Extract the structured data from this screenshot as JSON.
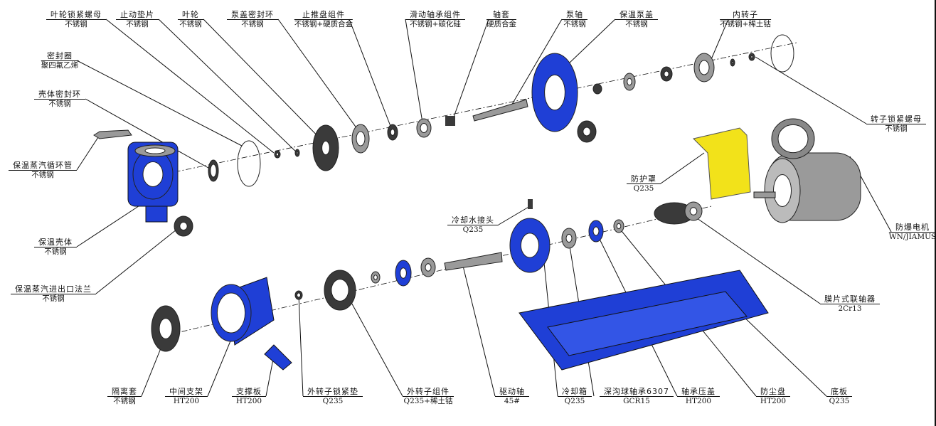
{
  "colors": {
    "blue": "#1f3fd6",
    "yellow": "#f2e21a",
    "steel": "#9a9a9a",
    "dark": "#3a3a3a"
  },
  "labels": [
    {
      "name": "叶轮锁紧螺母",
      "material": "不锈钢"
    },
    {
      "name": "止动垫片",
      "material": "不锈钢"
    },
    {
      "name": "叶轮",
      "material": "不锈钢"
    },
    {
      "name": "泵盖密封环",
      "material": "不锈钢"
    },
    {
      "name": "止推盘组件",
      "material": "不锈钢+硬质合金"
    },
    {
      "name": "滑动轴承组件",
      "material": "不锈钢+碳化硅"
    },
    {
      "name": "轴套",
      "material": "硬质合金"
    },
    {
      "name": "泵轴",
      "material": "不锈钢"
    },
    {
      "name": "保温泵盖",
      "material": "不锈钢"
    },
    {
      "name": "内转子",
      "material": "不锈钢+稀土钴"
    },
    {
      "name": "密封圈",
      "material": "聚四氟乙烯"
    },
    {
      "name": "壳体密封环",
      "material": "不锈钢"
    },
    {
      "name": "保温蒸汽循环管",
      "material": "不锈钢"
    },
    {
      "name": "保温壳体",
      "material": "不锈钢"
    },
    {
      "name": "保温蒸汽进出口法兰",
      "material": "不锈钢"
    },
    {
      "name": "转子锁紧螺母",
      "material": "不锈钢"
    },
    {
      "name": "防护罩",
      "material": "Q235"
    },
    {
      "name": "防爆电机",
      "material": "WN/JIAMUS"
    },
    {
      "name": "冷却水接头",
      "material": "Q235"
    },
    {
      "name": "膜片式联轴器",
      "material": "2Cr13"
    },
    {
      "name": "隔离套",
      "material": "不锈钢"
    },
    {
      "name": "中间支架",
      "material": "HT200"
    },
    {
      "name": "支撑板",
      "material": "HT200"
    },
    {
      "name": "外转子锁紧垫",
      "material": "Q235"
    },
    {
      "name": "外转子组件",
      "material": "Q235+稀土钴"
    },
    {
      "name": "驱动轴",
      "material": "45#"
    },
    {
      "name": "冷却箱",
      "material": "Q235"
    },
    {
      "name": "深沟球轴承6307",
      "material": "GCR15"
    },
    {
      "name": "轴承压盖",
      "material": "HT200"
    },
    {
      "name": "防尘盘",
      "material": "HT200"
    },
    {
      "name": "底板",
      "material": "Q235"
    }
  ]
}
